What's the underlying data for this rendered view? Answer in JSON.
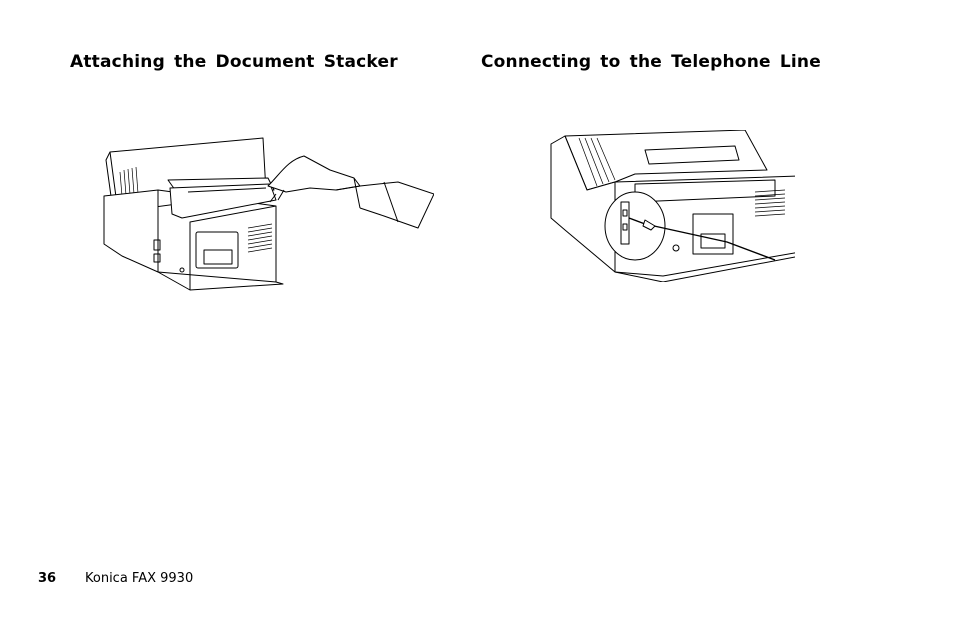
{
  "sections": [
    {
      "title": "Attaching the Document Stacker"
    },
    {
      "title": "Connecting to the Telephone Line"
    }
  ],
  "footer": {
    "page_number": "36",
    "document_name": "Konica FAX 9930"
  }
}
